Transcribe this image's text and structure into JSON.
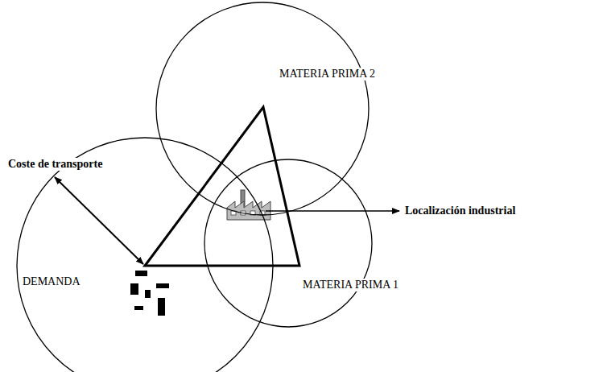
{
  "diagram": {
    "nodes": [
      {
        "text": [
          "MATERIA PRIMA 2"
        ]
      },
      {
        "text": [
          "DEMANDA"
        ]
      },
      {
        "text": [
          "MATERIA PRIMA 1"
        ]
      }
    ],
    "labels": [
      "Coste de transporte",
      "Localización industrial"
    ]
  }
}
